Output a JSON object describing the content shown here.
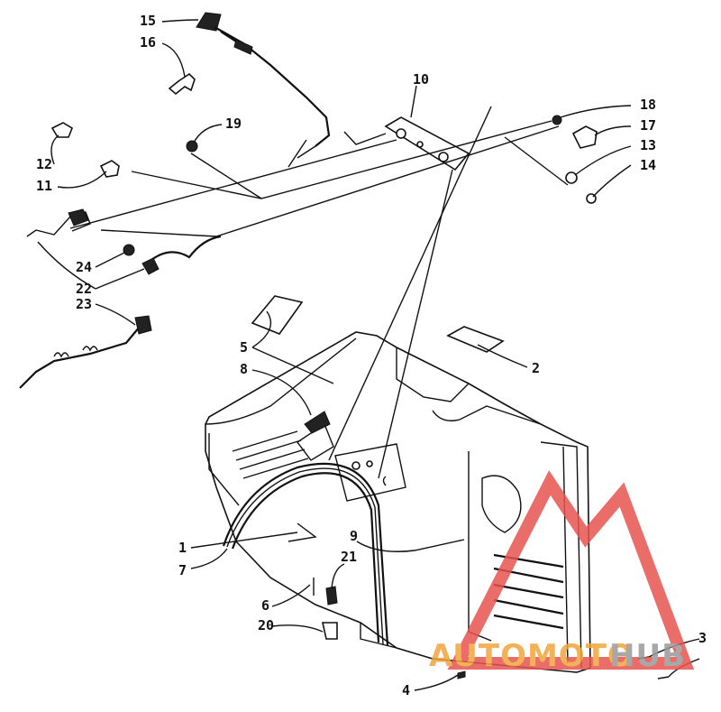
{
  "callouts": [
    {
      "id": "1",
      "text": "1"
    },
    {
      "id": "2",
      "text": "2"
    },
    {
      "id": "3",
      "text": "3"
    },
    {
      "id": "4",
      "text": "4"
    },
    {
      "id": "5",
      "text": "5"
    },
    {
      "id": "6",
      "text": "6"
    },
    {
      "id": "7",
      "text": "7"
    },
    {
      "id": "8",
      "text": "8"
    },
    {
      "id": "9",
      "text": "9"
    },
    {
      "id": "10",
      "text": "10"
    },
    {
      "id": "11",
      "text": "11"
    },
    {
      "id": "12",
      "text": "12"
    },
    {
      "id": "13",
      "text": "13"
    },
    {
      "id": "14",
      "text": "14"
    },
    {
      "id": "15",
      "text": "15"
    },
    {
      "id": "16",
      "text": "16"
    },
    {
      "id": "17",
      "text": "17"
    },
    {
      "id": "18",
      "text": "18"
    },
    {
      "id": "19",
      "text": "19"
    },
    {
      "id": "20",
      "text": "20"
    },
    {
      "id": "21",
      "text": "21"
    },
    {
      "id": "22",
      "text": "22"
    },
    {
      "id": "23",
      "text": "23"
    },
    {
      "id": "24",
      "text": "24"
    }
  ],
  "watermark": {
    "text_orange": "AUTOMOTO",
    "text_gray": "HUB",
    "color_red": "#e8544f",
    "color_orange": "#f3a53b",
    "color_gray": "#9a9a9a"
  }
}
